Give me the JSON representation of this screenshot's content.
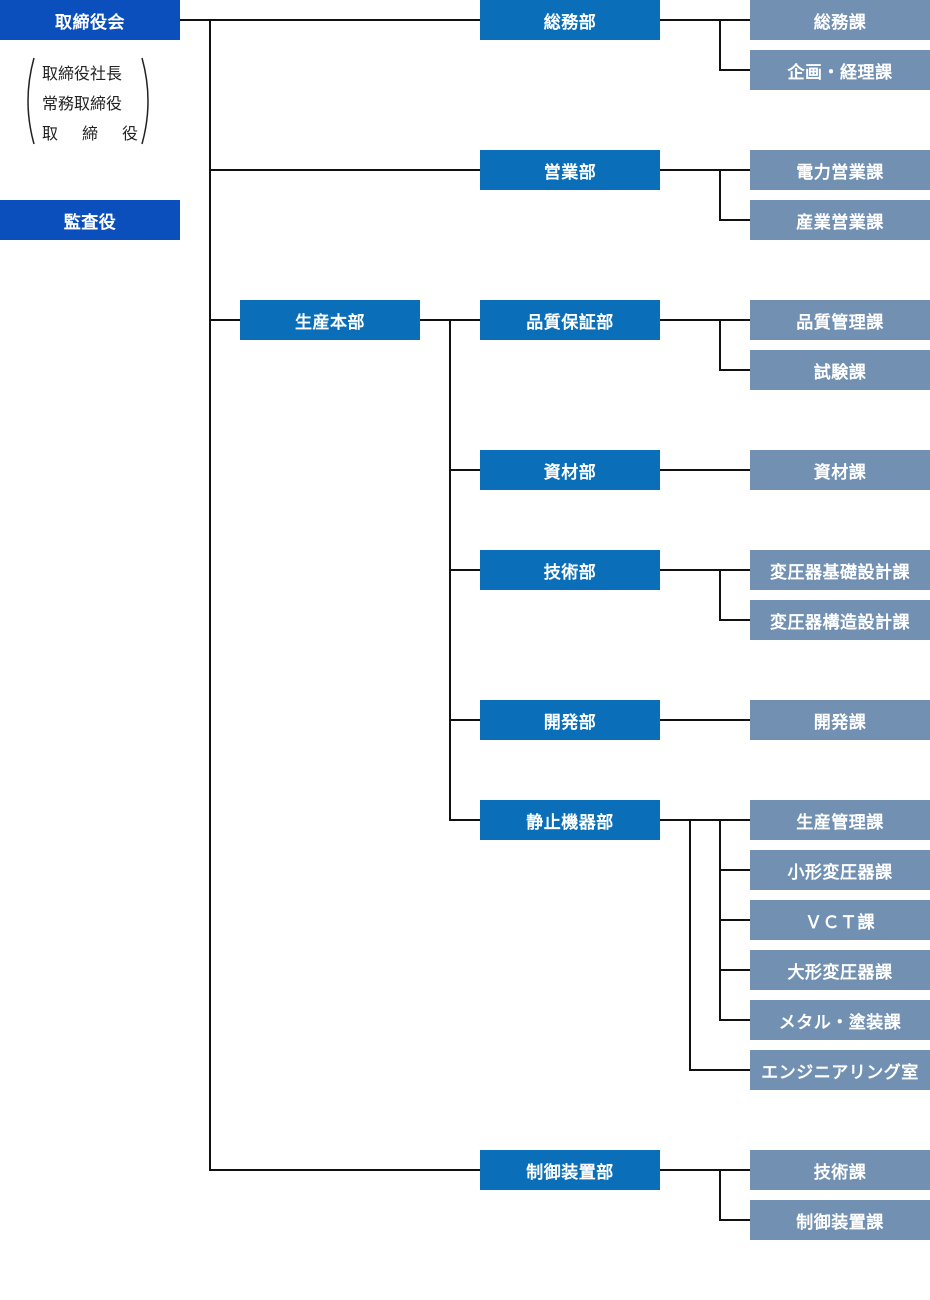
{
  "board": {
    "title": "取締役会",
    "members": [
      "取締役社長",
      "常務取締役"
    ],
    "director_chars": [
      "取",
      "締",
      "役"
    ]
  },
  "auditor": "監査役",
  "production_hq": "生産本部",
  "departments": [
    {
      "name": "総務部",
      "sections": [
        "総務課",
        "企画・経理課"
      ]
    },
    {
      "name": "営業部",
      "sections": [
        "電力営業課",
        "産業営業課"
      ]
    },
    {
      "name": "品質保証部",
      "sections": [
        "品質管理課",
        "試験課"
      ]
    },
    {
      "name": "資材部",
      "sections": [
        "資材課"
      ]
    },
    {
      "name": "技術部",
      "sections": [
        "変圧器基礎設計課",
        "変圧器構造設計課"
      ]
    },
    {
      "name": "開発部",
      "sections": [
        "開発課"
      ]
    },
    {
      "name": "静止機器部",
      "sections": [
        "生産管理課",
        "小形変圧器課",
        "ＶＣＴ課",
        "大形変圧器課",
        "メタル・塗装課"
      ],
      "office": "エンジニアリング室"
    },
    {
      "name": "制御装置部",
      "sections": [
        "技術課",
        "制御装置課"
      ]
    }
  ],
  "colors": {
    "top": "#0a4fbb",
    "department": "#0a6fb8",
    "section": "#7190b2",
    "line": "#111111"
  }
}
